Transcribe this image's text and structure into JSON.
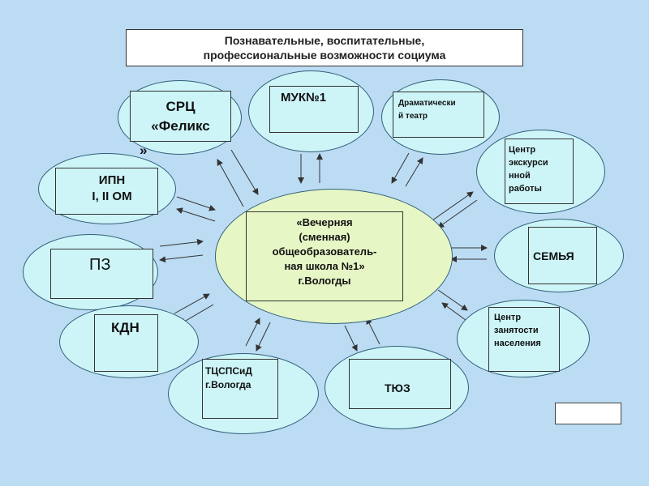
{
  "title": {
    "line1": "Познавательные, воспитательные,",
    "line2": "профессиональные возможности социума"
  },
  "center": {
    "line1": "«Вечерняя",
    "line2": "(сменная)",
    "line3": "общеобразователь-",
    "line4": "ная школа   №1»",
    "line5": "г.Вологды"
  },
  "nodes": {
    "src": {
      "line1": "СРЦ",
      "line2": "«Феликс",
      "line3": "»"
    },
    "muk": {
      "label": "МУК№1"
    },
    "drama": {
      "line1": "Драматически",
      "line2": "й театр"
    },
    "excursion": {
      "line1": "Центр",
      "line2": "экскурси",
      "line3": "нной",
      "line4": "работы"
    },
    "ipn": {
      "line1": "ИПН",
      "line2": "I, II ОМ"
    },
    "family": {
      "label": "СЕМЬЯ"
    },
    "pz": {
      "label": "ПЗ"
    },
    "employment": {
      "line1": "Центр",
      "line2": "занятости",
      "line3": "населения"
    },
    "kdn": {
      "label": "КДН"
    },
    "tcsps": {
      "line1": "ТЦСПСиД",
      "line2": "г.Вологда"
    },
    "tyuz": {
      "label": "ТЮЗ"
    }
  },
  "colors": {
    "background": "#bcdcf4",
    "node_fill": "#cdf5f8",
    "center_fill": "#e6f6c4",
    "outline": "#2f5f78"
  }
}
